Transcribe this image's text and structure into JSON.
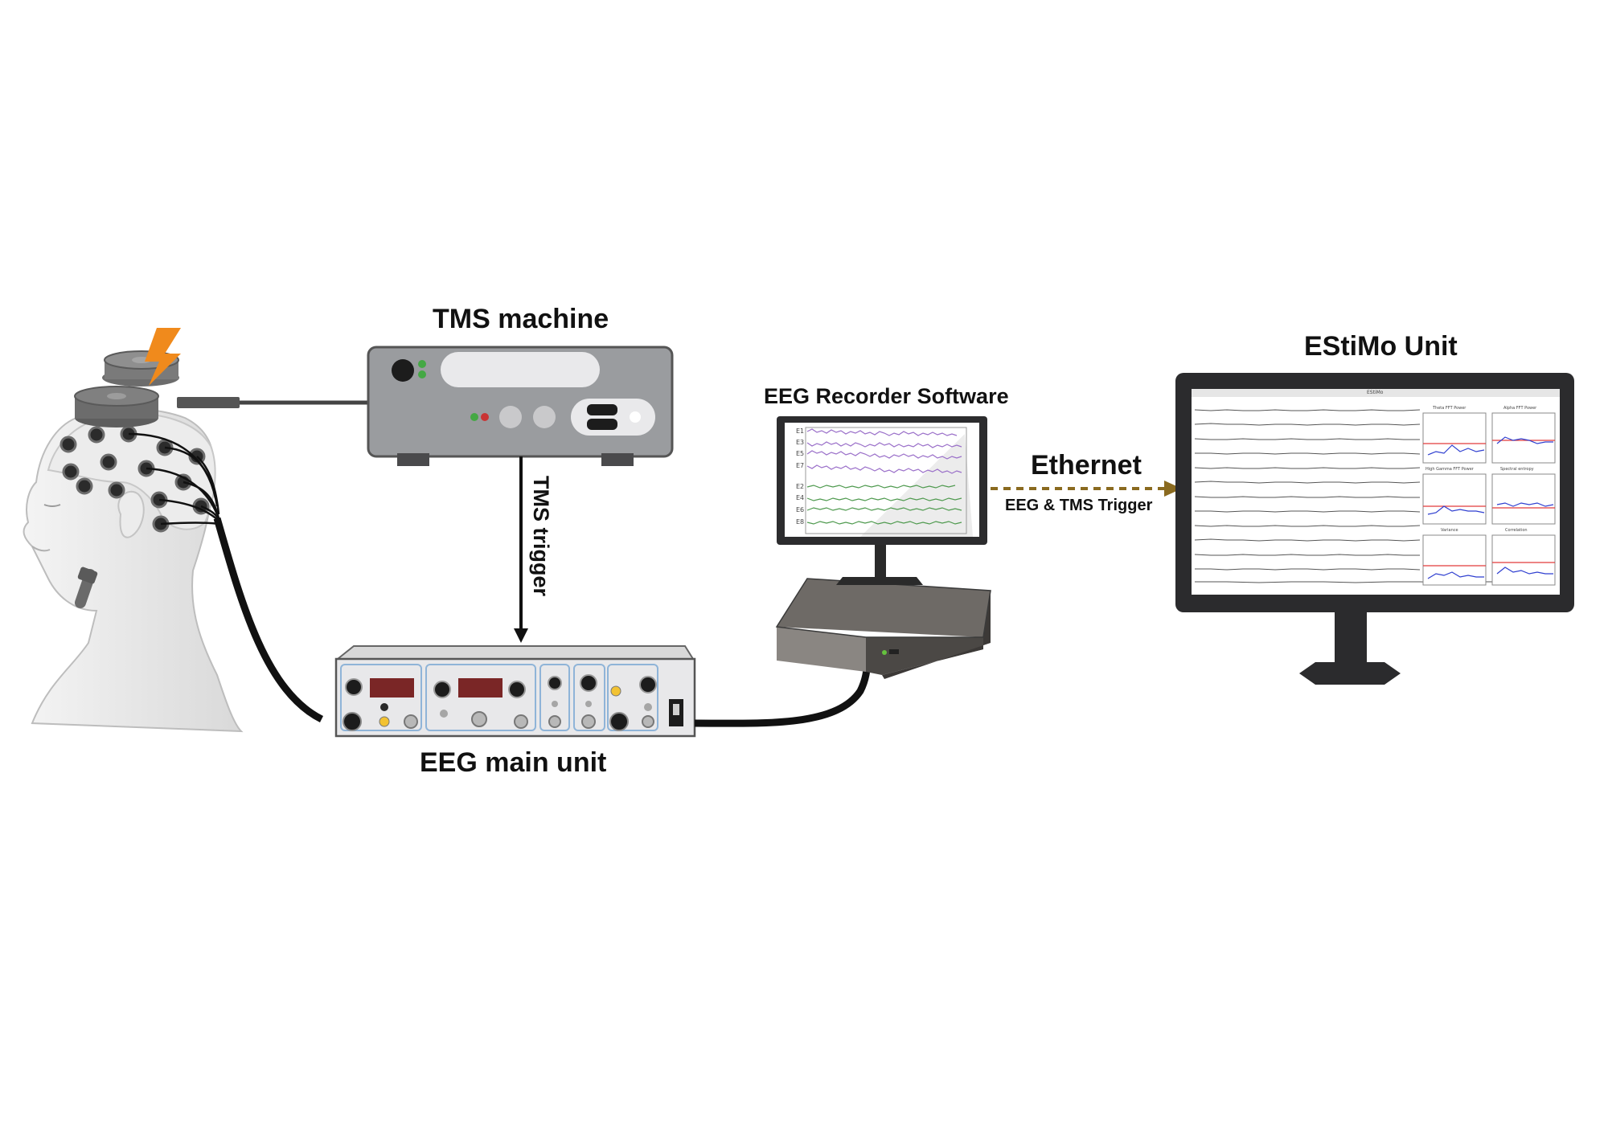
{
  "labels": {
    "tms_machine": "TMS machine",
    "tms_trigger": "TMS trigger",
    "eeg_main_unit": "EEG main unit",
    "eeg_recorder_software": "EEG Recorder Software",
    "ethernet": "Ethernet",
    "eeg_tms_trigger": "EEG & TMS Trigger",
    "estimo_unit": "EStiMo Unit"
  },
  "recorder_screen": {
    "channels": [
      "E1",
      "E3",
      "E5",
      "E7",
      "E2",
      "E4",
      "E6",
      "E8"
    ]
  },
  "estimo_screen": {
    "window_title": "EStiMo",
    "panels": [
      {
        "title": "Theta FFT Power"
      },
      {
        "title": "Alpha FFT Power"
      },
      {
        "title": "High Gamma FFT Power"
      },
      {
        "title": "Spectral entropy"
      },
      {
        "title": "Variance"
      },
      {
        "title": "Correlation"
      }
    ]
  },
  "colors": {
    "device_gray": "#9a9c9f",
    "device_dark": "#4a4a4c",
    "eeg_purple": "#9a6fc9",
    "eeg_green": "#4f9a4f",
    "ethernet_arrow": "#8a6a1f",
    "lightning": "#f08a1c",
    "threshold_red": "#e23b3b",
    "plot_blue": "#2f3fd0"
  },
  "icons": [
    "lightning-icon",
    "eeg-cap-icon",
    "tms-coil-icon"
  ]
}
